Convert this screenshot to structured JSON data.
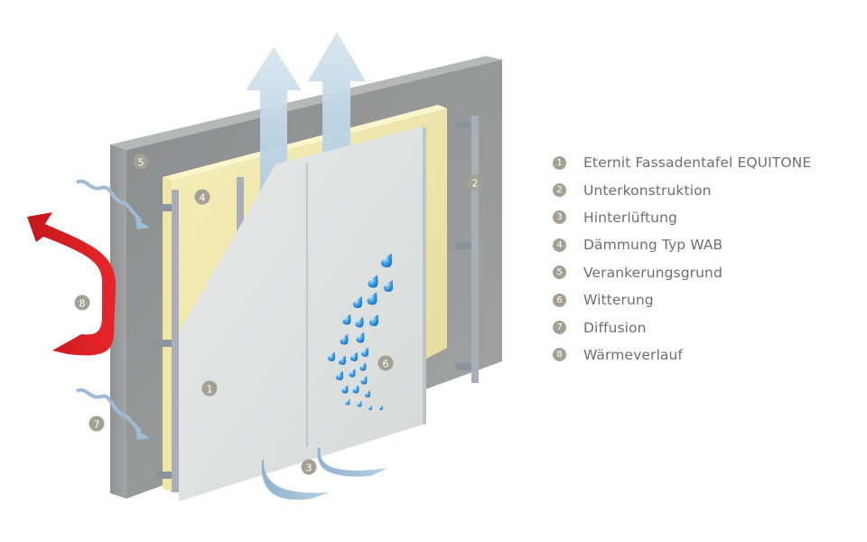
{
  "legend": [
    {
      "num": "1",
      "label": "Eternit Fassadentafel EQUITONE"
    },
    {
      "num": "2",
      "label": "Unterkonstruktion"
    },
    {
      "num": "3",
      "label": "Hinterlüftung"
    },
    {
      "num": "4",
      "label": "Dämmung Typ WAB"
    },
    {
      "num": "5",
      "label": "Verankerungsgrund"
    },
    {
      "num": "6",
      "label": "Witterung"
    },
    {
      "num": "7",
      "label": "Diffusion"
    },
    {
      "num": "8",
      "label": "Wärmeverlauf"
    }
  ],
  "colors": {
    "badge": "#a3a193",
    "legend_text": "#6f6f6f",
    "concrete": "#9a9c9c",
    "insulation": "#f1e9b0",
    "panel": "#dfe3e2",
    "rail": "#aab0bb",
    "air": "#a9c6dc",
    "heat": "#d81e23",
    "water": "#3b9be0"
  }
}
